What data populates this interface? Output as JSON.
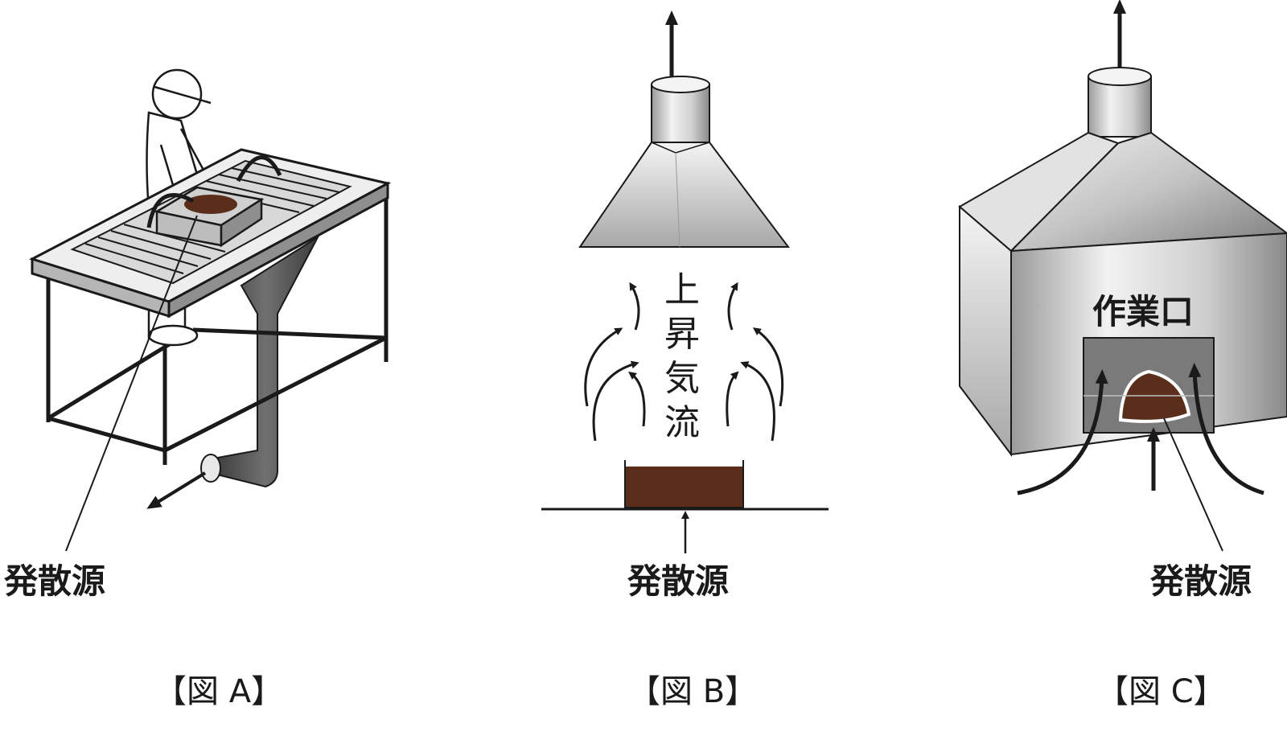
{
  "figure_a": {
    "caption": "【図 A】",
    "source_label": "発散源"
  },
  "figure_b": {
    "caption": "【図 B】",
    "airflow_label": [
      "上",
      "昇",
      "気",
      "流"
    ],
    "source_label": "発散源"
  },
  "figure_c": {
    "caption": "【図 C】",
    "opening_label": "作業口",
    "source_label": "発散源"
  },
  "colors": {
    "substance": "#5a2e1a",
    "metal_light": "#e6e6e6",
    "metal_dark": "#8c8c8c",
    "duct": "#555555",
    "ink": "#1a1a1a"
  }
}
